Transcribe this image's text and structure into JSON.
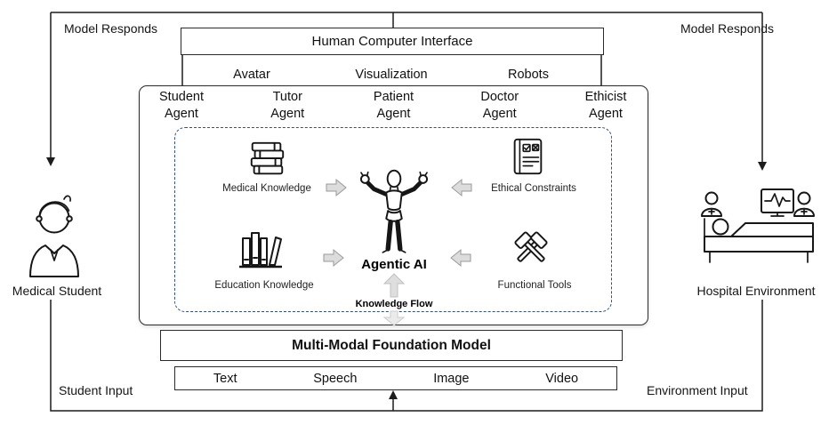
{
  "diagram": {
    "top": {
      "model_responds_left": "Model Responds",
      "model_responds_right": "Model Responds",
      "hci_title": "Human Computer Interface",
      "interfaces": [
        "Avatar",
        "Visualization",
        "Robots"
      ]
    },
    "agents": [
      "Student Agent",
      "Tutor Agent",
      "Patient Agent",
      "Doctor Agent",
      "Ethicist Agent"
    ],
    "core": {
      "medical_knowledge": "Medical Knowledge",
      "ethical_constraints": "Ethical Constraints",
      "education_knowledge": "Education Knowledge",
      "functional_tools": "Functional Tools",
      "agentic_ai": "Agentic AI",
      "knowledge_flow": "Knowledge Flow"
    },
    "foundation": {
      "title": "Multi-Modal Foundation Model",
      "modalities": [
        "Text",
        "Speech",
        "Image",
        "Video"
      ]
    },
    "left_actor": {
      "label": "Medical Student",
      "input_label": "Student Input"
    },
    "right_actor": {
      "label": "Hospital Environment",
      "input_label": "Environment Input"
    },
    "colors": {
      "line": "#1c1c1c",
      "dashed_border": "#33517e",
      "block_arrow_fill": "#dcdcdc",
      "block_arrow_stroke": "#9a9a9a"
    }
  }
}
